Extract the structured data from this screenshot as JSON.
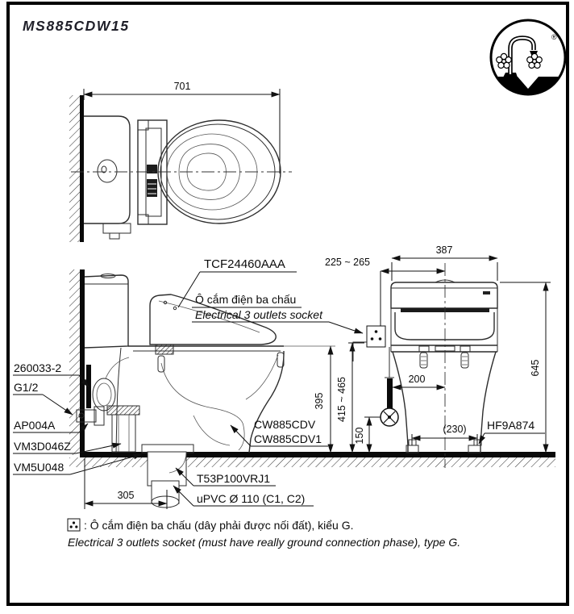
{
  "title": "MS885CDW15",
  "logo": {
    "icon": "water-saving-faucet-flowers-logo",
    "registered": "®"
  },
  "colors": {
    "background": "#ffffff",
    "frame": "#000000",
    "drawing_line": "#2d2d2d",
    "text": "#0b0b0b",
    "title_text": "#20202a"
  },
  "top_view": {
    "dim_width": "701"
  },
  "side_view": {
    "dim_height_rim": "395",
    "dim_rough_in": "305",
    "labels": {
      "seat_unit": "TCF24460AAA",
      "socket_vi": "Ô cắm điện ba chấu",
      "socket_en": "Electrical 3 outlets socket",
      "hose": "260033-2",
      "thread": "G1/2",
      "stop_valve": "AP004A",
      "flush_valve": "VM3D046Z",
      "seal": "VM5U048",
      "bowl_a": "CW885CDV",
      "bowl_b": "CW885CDV1",
      "drain_socket": "T53P100VRJ1",
      "pipe": "uPVC Ø 110 (C1, C2)"
    }
  },
  "front_view": {
    "dim_tank_width": "387",
    "dim_socket_offset": "225 ~ 265",
    "dim_total_height": "645",
    "dim_supply_height": "415 ~ 465",
    "dim_valve_height": "150",
    "dim_supply_offset": "200",
    "dim_bolt_spacing": "(230)",
    "label_bolt_cap": "HF9A874"
  },
  "footnote": {
    "icon": "three-dot-socket-icon",
    "line_vi": ": Ô cắm điện ba chấu (dây phải được nối đất), kiểu G.",
    "line_en": "Electrical 3 outlets socket (must have really ground connection phase), type G."
  }
}
